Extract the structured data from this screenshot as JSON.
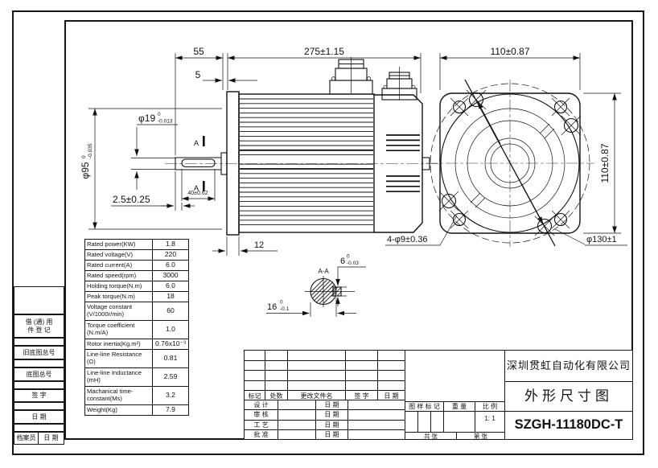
{
  "drawing": {
    "dims": {
      "shaft_len": "55",
      "spigot_gap": "5",
      "body_len": "275±1.15",
      "flange_w": "110±0.87",
      "flange_h": "110±0.87",
      "shaft_dia": "φ19",
      "shaft_dia_hi": "0",
      "shaft_dia_lo": "-0.013",
      "spigot_dia": "φ95",
      "spigot_dia_hi": "0",
      "spigot_dia_lo": "-0.035",
      "key_pos": "2.5±0.25",
      "key_len": "40±0.62",
      "flange_thk": "12",
      "section": "A-A",
      "cut_mark": "A",
      "key_w": "6",
      "key_w_hi": "0",
      "key_w_lo": "-0.03",
      "flat": "16",
      "flat_hi": "0",
      "flat_lo": "-0.1",
      "holes": "4-φ9±0.36",
      "bolt_circle": "φ130±1"
    }
  },
  "spec_table": {
    "rows": [
      {
        "label": "Rated power(KW)",
        "value": "1.8"
      },
      {
        "label": "Rated voltage(V)",
        "value": "220"
      },
      {
        "label": "Rated current(A)",
        "value": "6.0"
      },
      {
        "label": "Rated speed(rpm)",
        "value": "3000"
      },
      {
        "label": "Holding torque(N.m)",
        "value": "6.0"
      },
      {
        "label": "Peak torque(N.m)",
        "value": "18"
      },
      {
        "label": "Voltage constant\n(V/1000r/min)",
        "value": "60"
      },
      {
        "label": "Torque coefficient\n(N.m/A)",
        "value": "1.0"
      },
      {
        "label": "Rotor inertia(Kg.m²)",
        "value": "0.76x10⁻³"
      },
      {
        "label": "Line-line Resistance\n(Ω)",
        "value": "0.81"
      },
      {
        "label": "Line-line Inductance\n(mH)",
        "value": "2.59"
      },
      {
        "label": "Machanical time-\nconstant(Ms)",
        "value": "3.2"
      },
      {
        "label": "Weight(Kg)",
        "value": "7.9"
      }
    ]
  },
  "margin": {
    "usage": "借 (通) 用\n件 登 记",
    "old_no": "旧底图总号",
    "base_no": "底图总号",
    "sign": "签    字",
    "date": "日    期",
    "archivist": "档案员",
    "archivist_date": "日 期"
  },
  "title_block": {
    "rev": {
      "mark": "标记",
      "qty": "处数",
      "file": "更改文件名",
      "sign": "签 字",
      "date": "日 期"
    },
    "rows": [
      {
        "role": "设 计",
        "date_label": "日 期"
      },
      {
        "role": "审 核",
        "date_label": "日 期"
      },
      {
        "role": "工 艺",
        "date_label": "日 期"
      },
      {
        "role": "批 准",
        "date_label": "日 期"
      }
    ],
    "stamp": {
      "mark": "图 样 标 记",
      "weight": "重 量",
      "scale": "比 例",
      "scale_value": "1: 1",
      "total": "共    张",
      "sheet": "第    张"
    },
    "company": "深圳贯虹自动化有限公司",
    "doc_title": "外形尺寸图",
    "model": "SZGH-11180DC-T"
  }
}
